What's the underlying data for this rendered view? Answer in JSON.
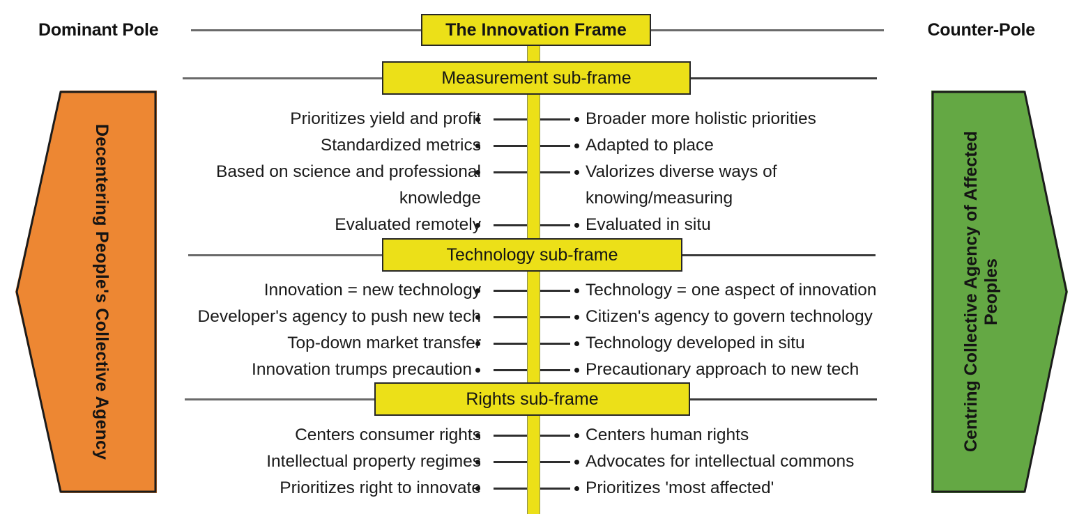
{
  "poles": {
    "left_label": "Dominant Pole",
    "right_label": "Counter-Pole"
  },
  "arrows": {
    "left": {
      "label": "Decentering People's Collective Agency",
      "color": "#ed8733",
      "direction": "left"
    },
    "right": {
      "label": "Centring Collective Agency of Affected Peoples",
      "color": "#64a844",
      "direction": "right"
    }
  },
  "frame": {
    "title": "The Innovation Frame",
    "color": "#ece018"
  },
  "subframes": [
    {
      "title": "Measurement sub-frame",
      "rows": [
        {
          "left": "Prioritizes yield and profit",
          "right": "Broader more holistic priorities"
        },
        {
          "left": "Standardized metrics",
          "right": "Adapted to place"
        },
        {
          "left": "Based on science and professional\nknowledge",
          "right": "Valorizes diverse ways of\nknowing/measuring"
        },
        {
          "left": "Evaluated remotely",
          "right": "Evaluated in situ"
        }
      ]
    },
    {
      "title": "Technology sub-frame",
      "rows": [
        {
          "left": "Innovation = new technology",
          "right": "Technology = one aspect of innovation"
        },
        {
          "left": "Developer's agency to push new tech",
          "right": "Citizen's agency to govern technology"
        },
        {
          "left": "Top-down market transfer",
          "right": "Technology developed in situ"
        },
        {
          "left": "Innovation trumps precaution",
          "right": "Precautionary approach to new tech"
        }
      ]
    },
    {
      "title": "Rights sub-frame",
      "rows": [
        {
          "left": "Centers consumer rights",
          "right": "Centers human rights"
        },
        {
          "left": "Intellectual property regimes",
          "right": "Advocates for intellectual commons"
        },
        {
          "left": "Prioritizes right to innovate",
          "right": "Prioritizes 'most affected'"
        }
      ]
    }
  ]
}
